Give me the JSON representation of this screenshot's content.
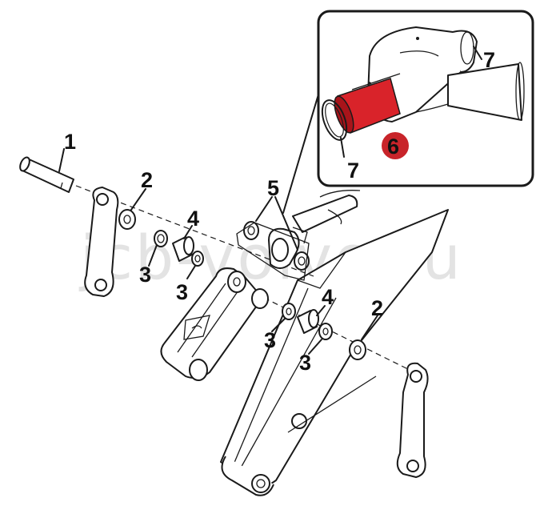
{
  "watermark": "jcb-volvo.ru",
  "labels": {
    "l1": "1",
    "l2a": "2",
    "l2b": "2",
    "l3a": "3",
    "l3b": "3",
    "l3c": "3",
    "l3d": "3",
    "l4a": "4",
    "l4b": "4",
    "l5": "5",
    "l6": "6",
    "l7a": "7",
    "l7b": "7"
  },
  "colors": {
    "highlight": "#d9232a",
    "highlight_dark": "#a8141a",
    "callout_circle": "#c8242a",
    "line": "#1a1a1a"
  }
}
